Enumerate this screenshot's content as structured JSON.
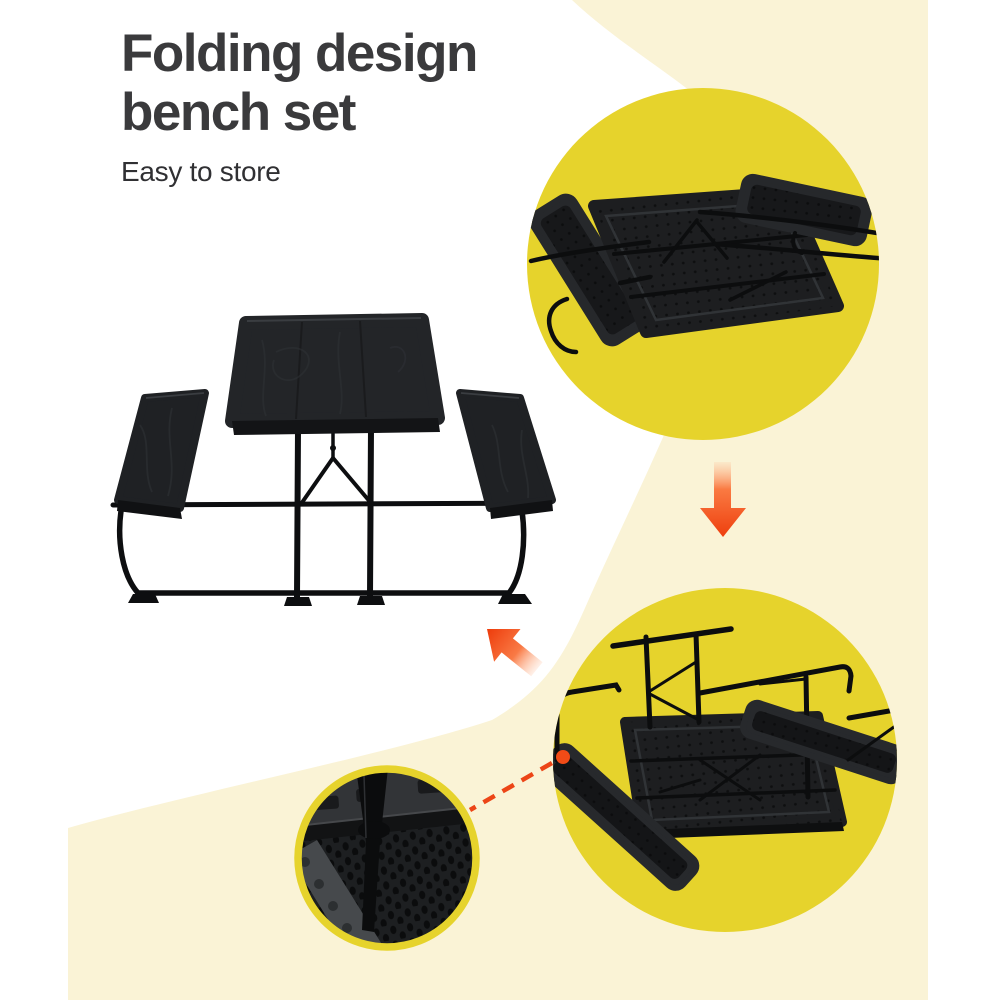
{
  "header": {
    "title_line1": "Folding design",
    "title_line2": "bench set",
    "subtitle": "Easy to store"
  },
  "palette": {
    "background": "#ffffff",
    "cream_swoosh": "#faf3d6",
    "accent_yellow": "#e6d32c",
    "arrow_orange": "#ee4213",
    "callout_orange": "#ec4517",
    "heading_text": "#3a3a3c",
    "subtitle_text": "#303033",
    "product_black": "#1d1e20"
  },
  "figures": {
    "main_product": "Assembled folding picnic table with two bench seats",
    "step_folded": "Table top and benches folded flat for storage",
    "step_unfolding": "Set turned upside down with folding legs extended",
    "detail_closeup": "Close-up of folding leg joint under the bench"
  },
  "icons": [
    "arrow-down-icon",
    "arrow-up-left-icon",
    "callout-dot-icon",
    "dashed-callout-line"
  ]
}
